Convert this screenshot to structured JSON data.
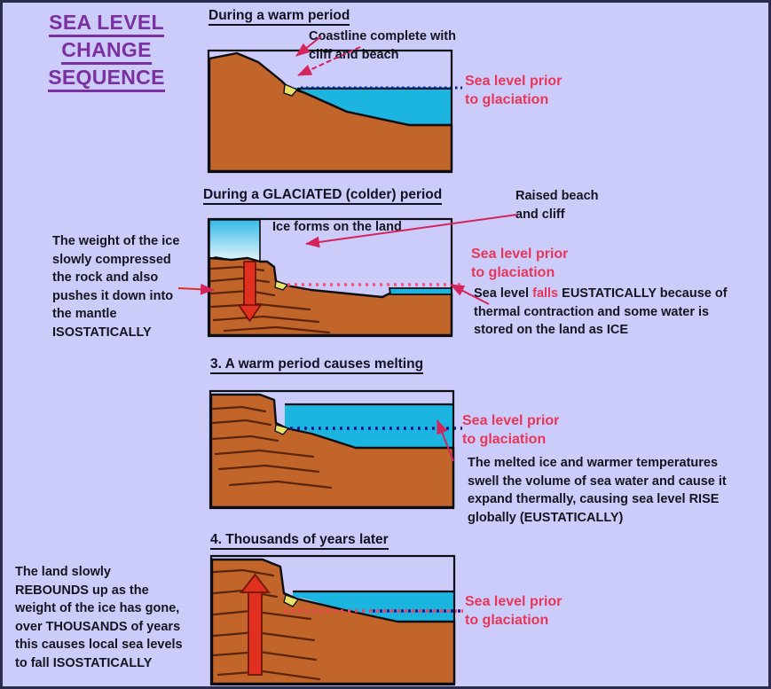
{
  "colors": {
    "background": "#ccccfa",
    "border": "#2b2b4f",
    "land": "#c1652a",
    "land_dark_line": "#6b2d10",
    "water": "#1bb5e0",
    "ice": "#8fd8f2",
    "beach": "#e8e26a",
    "title_purple": "#7b2fa0",
    "red": "#e8365a",
    "arrow_red": "#e03020",
    "outline": "#0d0d14"
  },
  "title": {
    "line1": "SEA LEVEL",
    "line2": "CHANGE",
    "line3": "SEQUENCE"
  },
  "panels": [
    {
      "id": "panel-1",
      "heading": "During a warm period",
      "callout_top": "Coastline complete with\ncliff and beach",
      "sea_level_label": "Sea level prior\nto glaciation"
    },
    {
      "id": "panel-2",
      "heading": "During a GLACIATED (colder) period",
      "ice_label": "Ice forms on the land",
      "raised_beach_label": "Raised beach\nand cliff",
      "left_note": "The weight of the ice\nslowly compressed\nthe rock and also\npushes it down into\nthe mantle\nISOSTATICALLY",
      "sea_level_label": "Sea level prior\nto glaciation",
      "eustatic_note_pre": "Sea level ",
      "eustatic_note_red": "falls",
      "eustatic_note_post": " EUSTATICALLY because of\nthermal contraction and some water is\nstored on the land as ICE"
    },
    {
      "id": "panel-3",
      "heading": "3. A warm period causes melting",
      "sea_level_label": "Sea level prior\nto glaciation",
      "note": "The melted ice and warmer temperatures\nswell the volume of sea water and cause it\nexpand thermally, causing sea level RISE\nglobally (EUSTATICALLY)"
    },
    {
      "id": "panel-4",
      "heading": "4. Thousands of years later",
      "left_note": "The land slowly\nREBOUNDS up as the\nweight of the ice has gone,\nover THOUSANDS of years\nthis causes local sea levels\nto fall ISOSTATICALLY",
      "sea_level_label": "Sea level prior\nto glaciation"
    }
  ],
  "icons": {
    "down_arrow": "down-arrow-icon",
    "up_arrow": "up-arrow-icon",
    "pointer_arrow": "pointer-arrow-icon"
  }
}
